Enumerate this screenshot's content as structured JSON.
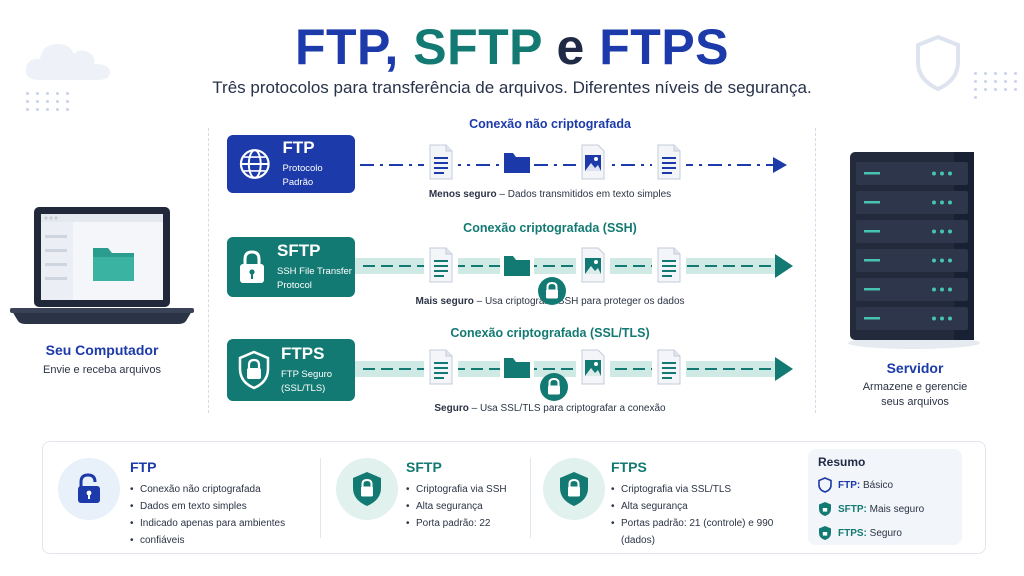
{
  "title": {
    "ftp": "FTP,",
    "sftp": "SFTP",
    "e": "e",
    "ftps": "FTPS"
  },
  "subtitle": "Três protocolos para transferência de arquivos. Diferentes níveis de segurança.",
  "colors": {
    "ftp": "#1c3aa9",
    "sftp": "#137a73",
    "ftps": "#137a73",
    "dark": "#1f2a44"
  },
  "computer": {
    "title": "Seu Computador",
    "desc": "Envie e receba arquivos"
  },
  "server": {
    "title": "Servidor",
    "desc_line1": "Armazene e gerencie",
    "desc_line2": "seus arquivos"
  },
  "rows": {
    "ftp": {
      "name": "FTP",
      "sub_line1": "Protocolo Padrão",
      "sub_line2": "",
      "connection": "Conexão não criptografada",
      "desc_bold": "Menos seguro",
      "desc_rest": " – Dados transmitidos em texto simples",
      "icon": "globe-icon"
    },
    "sftp": {
      "name": "SFTP",
      "sub_line1": "SSH File Transfer",
      "sub_line2": "Protocol",
      "connection": "Conexão criptografada (SSH)",
      "desc_bold": "Mais seguro",
      "desc_rest": " – Usa criptografia SSH para proteger os dados",
      "icon": "lock-icon"
    },
    "ftps": {
      "name": "FTPS",
      "sub_line1": "FTP Seguro",
      "sub_line2": "(SSL/TLS)",
      "connection": "Conexão criptografada (SSL/TLS)",
      "desc_bold": "Seguro",
      "desc_rest": " – Usa SSL/TLS para criptografar a conexão",
      "icon": "shield-lock-icon"
    }
  },
  "cards": {
    "ftp": {
      "title": "FTP",
      "items": [
        "Conexão não criptografada",
        "Dados em texto simples",
        "Indicado apenas para ambientes",
        "confiáveis"
      ]
    },
    "sftp": {
      "title": "SFTP",
      "items": [
        "Criptografia via SSH",
        "Alta segurança",
        "Porta padrão: 22"
      ]
    },
    "ftps": {
      "title": "FTPS",
      "items": [
        "Criptografia via SSL/TLS",
        "Alta segurança",
        "Portas padrão: 21 (controle) e 990 (dados)"
      ]
    }
  },
  "resumo": {
    "title": "Resumo",
    "rows": [
      {
        "label": "FTP:",
        "value": "Básico"
      },
      {
        "label": "SFTP:",
        "value": "Mais seguro"
      },
      {
        "label": "FTPS:",
        "value": "Seguro"
      }
    ]
  }
}
